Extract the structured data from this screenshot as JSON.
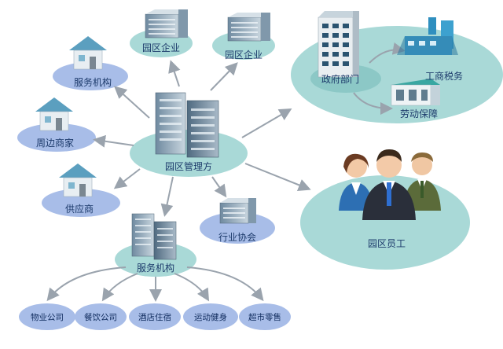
{
  "colors": {
    "teal_platform": "#a9d9d7",
    "teal_platform_dark": "#8cc8c6",
    "blue_platform": "#a8bde8",
    "blue_platform_dark": "#8ea7de",
    "arrow": "#9aa3ad",
    "label_blue": "#1c3a6b"
  },
  "icons": {
    "office_building": "office-building-icon",
    "house": "house-icon",
    "factory": "factory-icon",
    "people": "people-icon"
  },
  "nodes": {
    "park_mgmt": "园区管理方",
    "park_enterprise_1": "园区企业",
    "park_enterprise_2": "园区企业",
    "service_org_top": "服务机构",
    "nearby_merchants": "周边商家",
    "supplier": "供应商",
    "industry_assoc": "行业协会",
    "service_org_bottom": "服务机构",
    "gov_dept": "政府部门",
    "tax": "工商税务",
    "labor": "劳动保障",
    "staff": "园区员工"
  },
  "services": [
    "物业公司",
    "餐饮公司",
    "酒店住宿",
    "运动健身",
    "超市零售"
  ]
}
